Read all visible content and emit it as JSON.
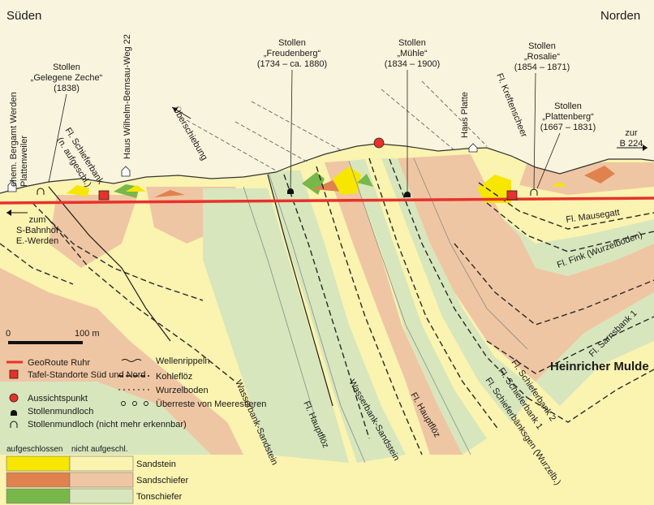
{
  "directions": {
    "south": "Süden",
    "north": "Norden"
  },
  "labels": {
    "bergamt": [
      "ehem. Bergamt Werden",
      "Plattenweiler"
    ],
    "gelegene_zeche": [
      "Stollen",
      "„Gelegene Zeche“",
      "(1838)"
    ],
    "schieferbank_aufgeschl": [
      "Fl. Schieferbank",
      "(n. aufgeschl.)"
    ],
    "haus_bernsau": "Haus Wilhelm-Bernsau-Weg 22",
    "ueberschiebung": "Überschiebung",
    "freudenberg": [
      "Stollen",
      "„Freudenberg“",
      "(1734 – ca. 1880)"
    ],
    "muehle": [
      "Stollen",
      "„Mühle“",
      "(1834 – 1900)"
    ],
    "haus_platte": "Haus Platte",
    "kreftenscheer": "Fl. Kreftenscheer",
    "rosalie": [
      "Stollen",
      "„Rosalie“",
      "(1854 – 1871)"
    ],
    "plattenberg": [
      "Stollen",
      "„Plattenberg“",
      "(1667 – 1831)"
    ],
    "zur_b224": [
      "zur",
      "B 224"
    ],
    "zum_sbahnhof": [
      "zum",
      "S-Bahnhof",
      "E.-Werden"
    ],
    "mausegatt": "Fl. Mausegatt",
    "fink": "Fl. Fink (Wurzelboden)",
    "sarnsbank": "Fl. Sarnsbank 1",
    "heinricher_mulde": "Heinricher Mulde",
    "schieferbank2": "Fl. Schieferbank 2",
    "schieferbank1": "Fl. Schieferbank 1",
    "schieferbanksgen": "Fl. Schieferbänksgen (Wurzelb.)",
    "hauptfloez_mid": "Fl. Hauptflöz",
    "wasserbank_mid": "Wasserbank-Sandstein",
    "hauptfloez_left": "Fl. Hauptflöz",
    "wasserbank_left": "Wasserbank-Sandstein"
  },
  "scale": {
    "zero": "0",
    "end": "100 m"
  },
  "legend": {
    "items": [
      {
        "symbol": "route-line",
        "label": "GeoRoute Ruhr"
      },
      {
        "symbol": "square",
        "label": "Tafel-Standorte Süd und Nord"
      },
      {
        "symbol": "circle",
        "label": "Aussichtspunkt"
      },
      {
        "symbol": "stollen-filled",
        "label": "Stollenmundloch"
      },
      {
        "symbol": "stollen-open",
        "label": "Stollenmundloch (nicht mehr erkennbar)"
      }
    ],
    "items_right": [
      {
        "symbol": "ripple",
        "label": "Wellenrippeln"
      },
      {
        "symbol": "coal",
        "label": "Kohleflöz"
      },
      {
        "symbol": "root",
        "label": "Wurzelboden"
      },
      {
        "symbol": "fossil",
        "label": "Überreste von Meerestieren"
      }
    ],
    "col_exposed": "aufgeschlossen",
    "col_not_exposed": "nicht aufgeschl.",
    "rocks": [
      {
        "label": "Sandstein",
        "exposed_color": "#f6e600",
        "hidden_color": "#fbf3b0"
      },
      {
        "label": "Sandschiefer",
        "exposed_color": "#e0824e",
        "hidden_color": "#efc6a3"
      },
      {
        "label": "Tonschiefer",
        "exposed_color": "#78b84a",
        "hidden_color": "#d7e6bd"
      }
    ]
  },
  "colors": {
    "background": "#f9f4dd",
    "route": "#e8312a",
    "sandstone": "#fbf3b0",
    "sandschiefer": "#efc6a3",
    "tonschiefer": "#d7e6bd"
  }
}
